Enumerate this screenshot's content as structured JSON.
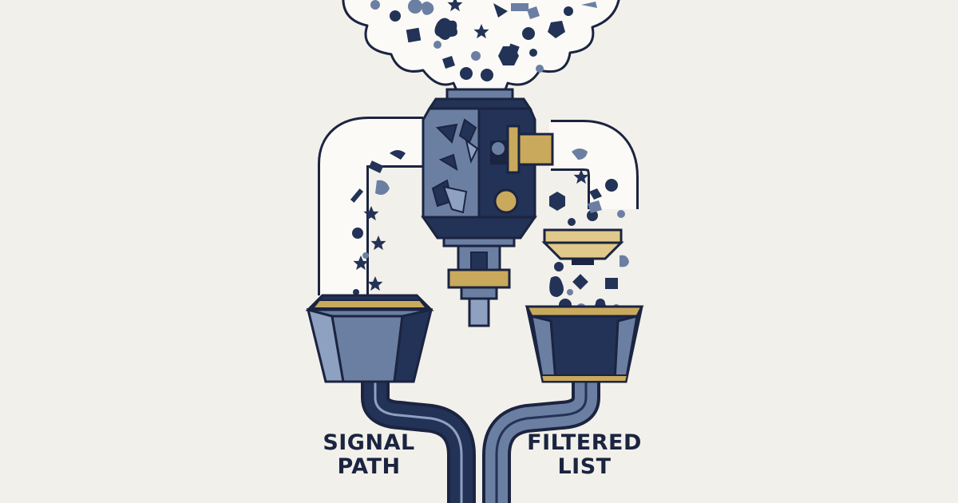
{
  "labels": {
    "left": {
      "line1": "SIGNAL",
      "line2": "PATH"
    },
    "right": {
      "line1": "FILTERED",
      "line2": "LIST"
    }
  },
  "colors": {
    "background": "#f2f0ea",
    "ink": "#1b2440",
    "navy": "#233257",
    "slate": "#6b7fa3",
    "slate_light": "#8fa1c1",
    "gold": "#c9a95c",
    "gold_light": "#e0c98a",
    "cloud_fill": "#fbfaf6"
  },
  "icons": [
    "particle-cloud-icon",
    "processor-machine-icon",
    "left-pipe-icon",
    "right-pipe-icon",
    "gold-filter-funnel-icon",
    "left-hexagonal-bin-icon",
    "right-filtered-bin-icon",
    "split-outflow-pipes-icon"
  ]
}
